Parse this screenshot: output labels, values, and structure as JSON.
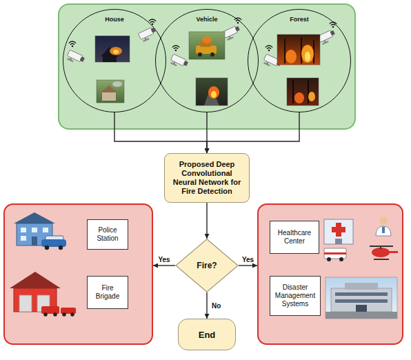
{
  "diagram": {
    "nodes": [
      {
        "text": []
      },
      {
        "text": [
          "House"
        ],
        "in": 0
      },
      {
        "text": [
          "Vehicle"
        ],
        "in": 0
      },
      {
        "text": [
          "Forest"
        ],
        "in": 0
      },
      {
        "text": [
          "Proposed Deep Convolutional Neural Network for Fire Detection"
        ]
      },
      {
        "text": []
      },
      {
        "text": [
          "Police Station"
        ],
        "in": 5
      },
      {
        "text": [
          "Fire Brigade"
        ],
        "in": 5
      },
      {
        "text": [
          "Fire?"
        ]
      },
      {
        "text": []
      },
      {
        "text": [
          "Healthcare Center"
        ],
        "in": 9
      },
      {
        "text": [
          "Disaster Management Systems"
        ],
        "in": 9
      },
      {
        "text": [
          "End"
        ]
      }
    ],
    "edges": [
      {
        "from": 1,
        "to": 4,
        "arrow": "to"
      },
      {
        "from": 2,
        "to": 4,
        "arrow": "to"
      },
      {
        "from": 3,
        "to": 4,
        "arrow": "to"
      },
      {
        "from": 4,
        "to": 8,
        "arrow": "to"
      },
      {
        "from": 8,
        "to": 5,
        "arrow": "to",
        "label": "Yes"
      },
      {
        "from": 8,
        "to": 9,
        "arrow": "to",
        "label": "Yes"
      },
      {
        "from": 8,
        "to": 12,
        "arrow": "to",
        "label": "No"
      }
    ]
  }
}
